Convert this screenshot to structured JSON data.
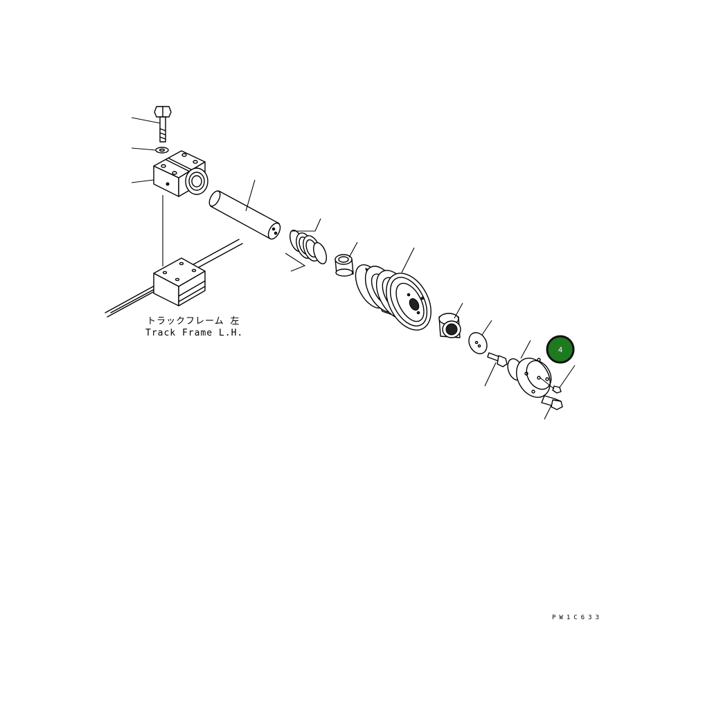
{
  "labels": {
    "frame_jp": "トラックフレーム 左",
    "frame_en": "Track Frame L.H.",
    "drawing_code": "PW1C633"
  },
  "callout": {
    "number": "4",
    "fill_color": "#1e7a1e",
    "ring_color": "#111111"
  }
}
